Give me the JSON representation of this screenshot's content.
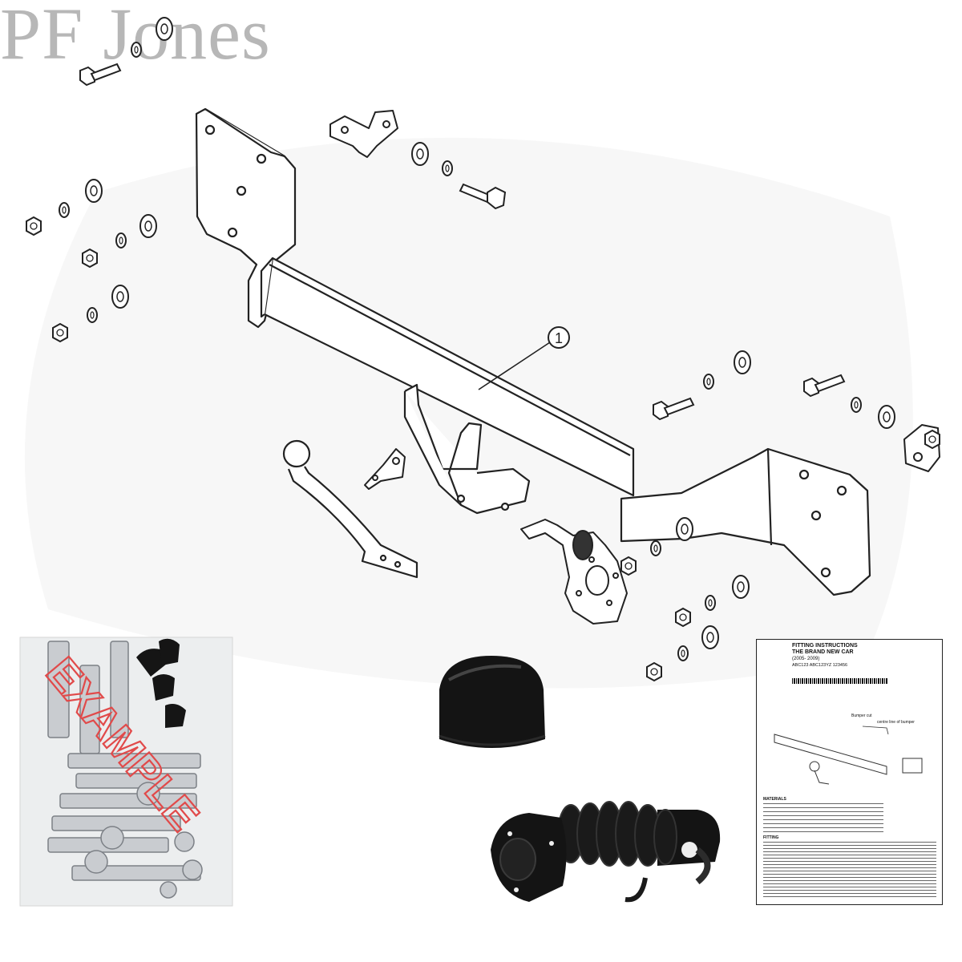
{
  "logo": {
    "text": "PF Jones"
  },
  "diagram": {
    "part_callout": "1"
  },
  "watermark": {
    "text": "EXAMPLE"
  },
  "instructions_doc": {
    "title": "FITTING INSTRUCTIONS",
    "vehicle": "THE BRAND NEW CAR",
    "years": "(2005- 2009)",
    "ref": "ABC123 ABC123YZ 123456",
    "bumper_note": "Bumper cut",
    "bumper_note2": "centre line of bumper",
    "materials_heading": "MATERIALS",
    "fitting_heading": "FITTING"
  },
  "colors": {
    "line": "#222222",
    "logo": "#b7b7b7",
    "stamp": "#e14a4a",
    "black_part": "#111111",
    "zinc": "#c9ccd0"
  }
}
